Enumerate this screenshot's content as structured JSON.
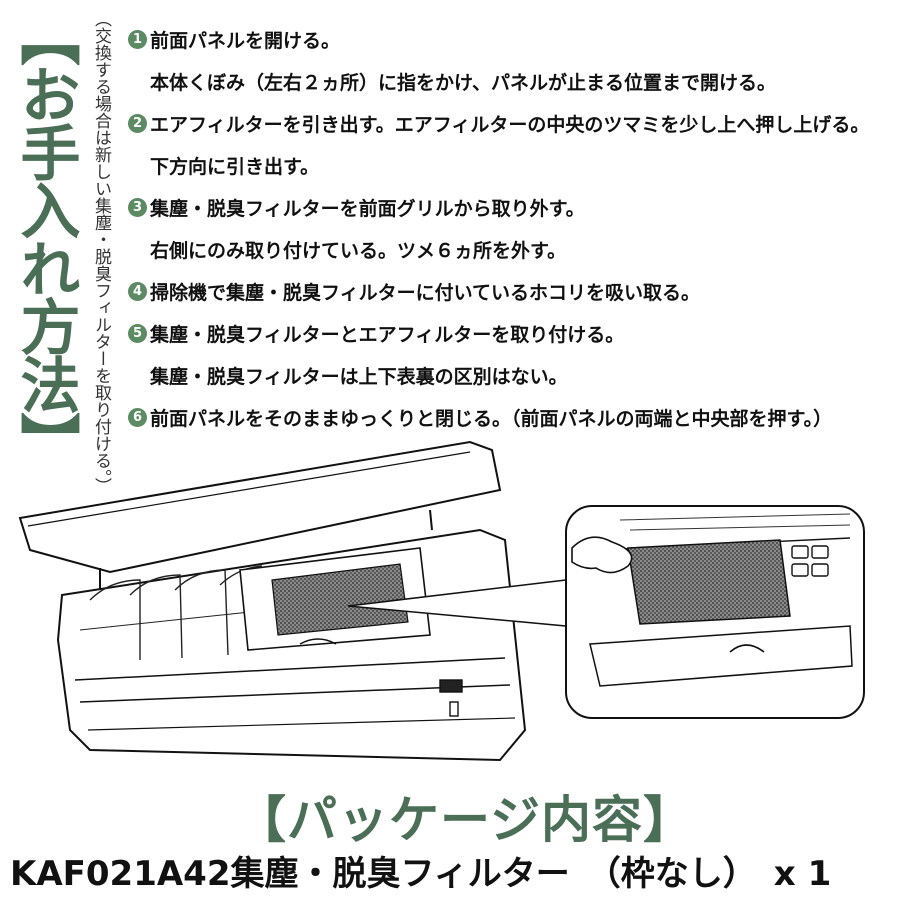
{
  "side_title": "【お手入れ方法】",
  "side_note": "（交換する場合は新しい集塵・脱臭フィルターを取り付ける。）",
  "steps": [
    {
      "num": "1",
      "main": "前面パネルを開ける。",
      "sub": "本体くぼみ（左右２ヵ所）に指をかけ、パネルが止まる位置まで開ける。"
    },
    {
      "num": "2",
      "main": "エアフィルターを引き出す。エアフィルターの中央のツマミを少し上へ押し上げる。",
      "sub": "下方向に引き出す。"
    },
    {
      "num": "3",
      "main": "集塵・脱臭フィルターを前面グリルから取り外す。",
      "sub": "右側にのみ取り付けている。ツメ６ヵ所を外す。"
    },
    {
      "num": "4",
      "main": "掃除機で集塵・脱臭フィルターに付いているホコリを吸い取る。"
    },
    {
      "num": "5",
      "main": "集塵・脱臭フィルターとエアフィルターを取り付ける。",
      "sub": "集塵・脱臭フィルターは上下表裏の区別はない。"
    },
    {
      "num": "6",
      "main": "前面パネルをそのままゆっくりと閉じる。（前面パネルの両端と中央部を押す。）"
    }
  ],
  "package": {
    "heading": "【パッケージ内容】",
    "item": "KAF021A42集塵・脱臭フィルター　（枠なし）　x 1"
  },
  "colors": {
    "accent": "#4a6f56",
    "number_badge": "#5c8a63"
  }
}
